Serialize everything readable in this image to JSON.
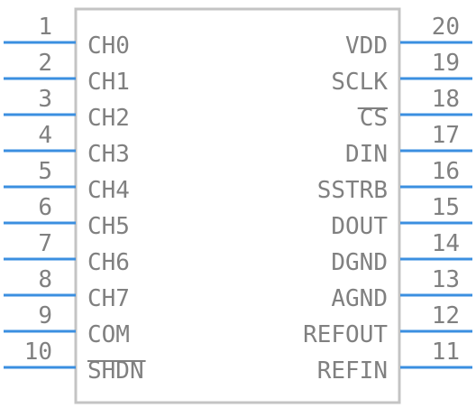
{
  "colors": {
    "body_outline": "#c4c4c4",
    "pin": "#3b8fe0",
    "text": "#808080",
    "background": "#ffffff"
  },
  "left_pins": [
    {
      "number": "1",
      "name": "CH0",
      "overbar": false
    },
    {
      "number": "2",
      "name": "CH1",
      "overbar": false
    },
    {
      "number": "3",
      "name": "CH2",
      "overbar": false
    },
    {
      "number": "4",
      "name": "CH3",
      "overbar": false
    },
    {
      "number": "5",
      "name": "CH4",
      "overbar": false
    },
    {
      "number": "6",
      "name": "CH5",
      "overbar": false
    },
    {
      "number": "7",
      "name": "CH6",
      "overbar": false
    },
    {
      "number": "8",
      "name": "CH7",
      "overbar": false
    },
    {
      "number": "9",
      "name": "COM",
      "overbar": false
    },
    {
      "number": "10",
      "name": "SHDN",
      "overbar": true
    }
  ],
  "right_pins": [
    {
      "number": "20",
      "name": "VDD",
      "overbar": false
    },
    {
      "number": "19",
      "name": "SCLK",
      "overbar": false
    },
    {
      "number": "18",
      "name": "CS",
      "overbar": true
    },
    {
      "number": "17",
      "name": "DIN",
      "overbar": false
    },
    {
      "number": "16",
      "name": "SSTRB",
      "overbar": false
    },
    {
      "number": "15",
      "name": "DOUT",
      "overbar": false
    },
    {
      "number": "14",
      "name": "DGND",
      "overbar": false
    },
    {
      "number": "13",
      "name": "AGND",
      "overbar": false
    },
    {
      "number": "12",
      "name": "REFOUT",
      "overbar": false
    },
    {
      "number": "11",
      "name": "REFIN",
      "overbar": false
    }
  ]
}
